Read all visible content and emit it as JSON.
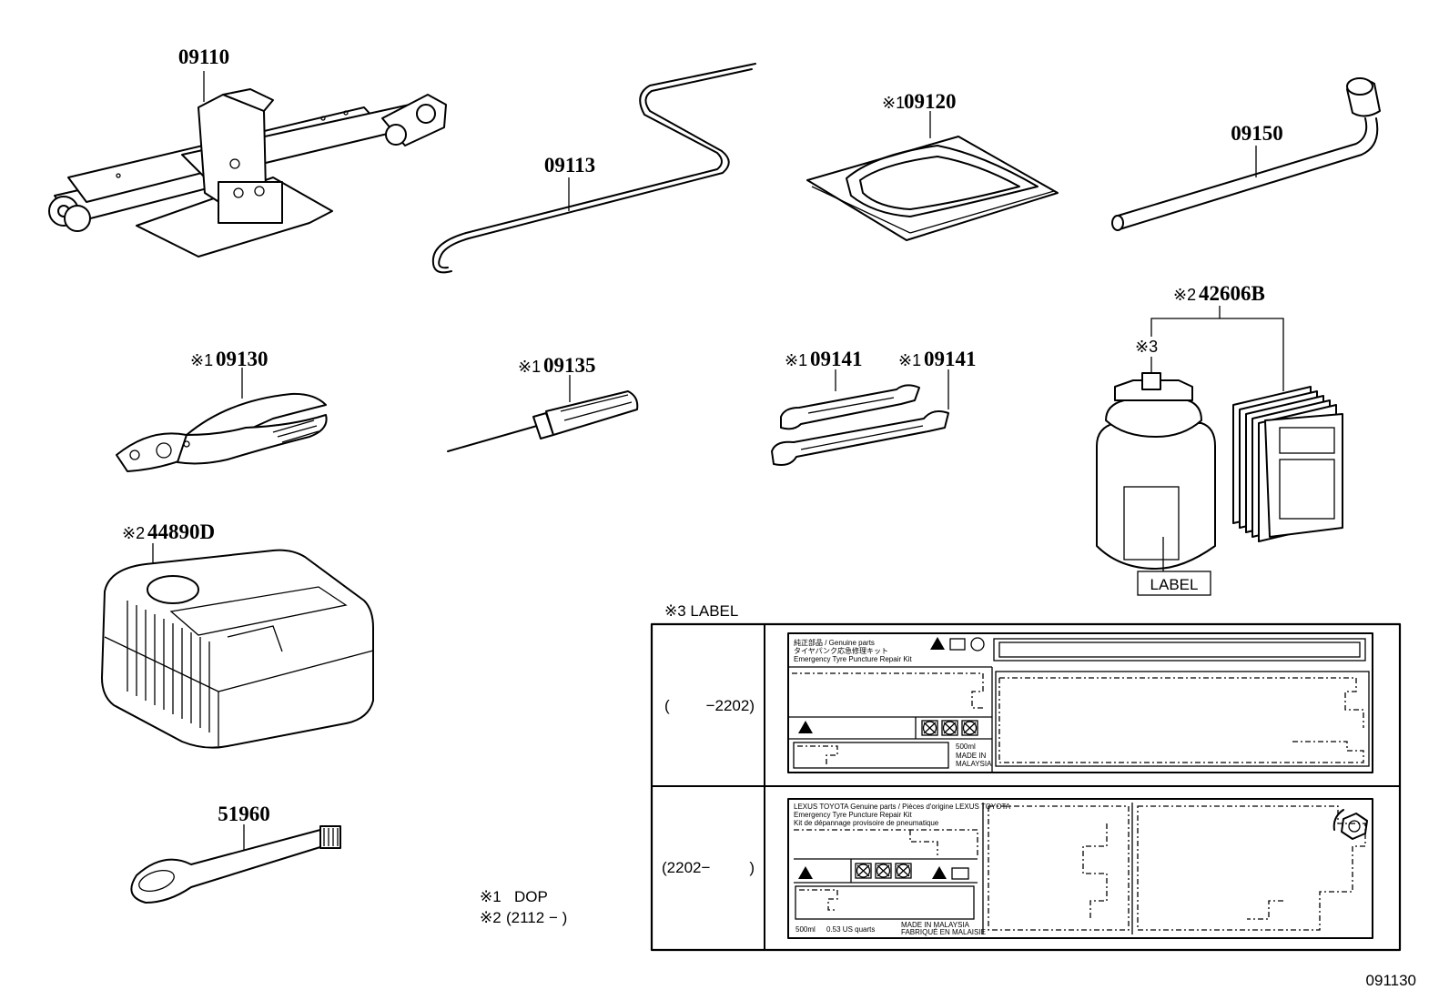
{
  "parts": [
    {
      "key": "jack",
      "mark": "",
      "number": "09110"
    },
    {
      "key": "jack-handle",
      "mark": "",
      "number": "09113"
    },
    {
      "key": "tool-bag",
      "mark": "※1",
      "number": "09120"
    },
    {
      "key": "wheel-wrench",
      "mark": "",
      "number": "09150"
    },
    {
      "key": "pliers",
      "mark": "※1",
      "number": "09130"
    },
    {
      "key": "screwdriver",
      "mark": "※1",
      "number": "09135"
    },
    {
      "key": "wrench-1",
      "mark": "※1",
      "number": "09141"
    },
    {
      "key": "wrench-2",
      "mark": "※1",
      "number": "09141"
    },
    {
      "key": "repair-kit",
      "mark": "※2",
      "number": "42606B"
    },
    {
      "key": "compressor",
      "mark": "※2",
      "number": "44890D"
    },
    {
      "key": "towing-eye",
      "mark": "",
      "number": "51960"
    }
  ],
  "bottle": {
    "cap_mark": "※3",
    "label_tag": "LABEL"
  },
  "label_table": {
    "title": "※3  LABEL",
    "rows": [
      {
        "period_open": "(",
        "period_value": "−2202)",
        "head_lines": [
          "純正部品 / Genuine parts",
          "タイヤパンク応急修理キット",
          "Emergency Tyre Puncture Repair Kit"
        ],
        "volume": "500ml",
        "origin": [
          "MADE IN",
          "MALAYSIA"
        ]
      },
      {
        "period_open": "(2202−",
        "period_value": ")",
        "head_lines": [
          "LEXUS TOYOTA Genuine parts / Pièces d'origine LEXUS TOYOTA",
          "Emergency Tyre Puncture Repair Kit",
          "Kit de dépannage provisoire de pneumatique"
        ],
        "volume": "500ml",
        "quarts": "0.53 US quarts",
        "origin": [
          "MADE IN MALAYSIA",
          "FABRIQUÉ EN MALAISIE"
        ]
      }
    ]
  },
  "notes": [
    {
      "mark": "※1",
      "text": "DOP"
    },
    {
      "mark": "※2",
      "text": "(2112 −        )"
    }
  ],
  "figure_id": "091130"
}
